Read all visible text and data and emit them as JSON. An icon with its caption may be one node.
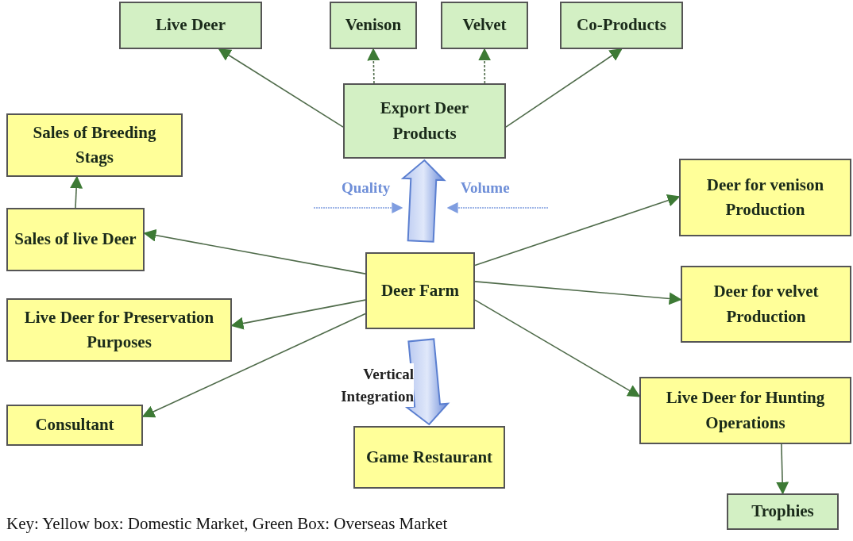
{
  "diagram": {
    "nodes": [
      {
        "text": [
          "Live Deer"
        ]
      },
      {
        "text": [
          "Venison"
        ]
      },
      {
        "text": [
          "Velvet"
        ]
      },
      {
        "text": [
          "Co-Products"
        ]
      },
      {
        "text": [
          "Export Deer Products"
        ]
      },
      {
        "text": [
          "Sales of Breeding Stags"
        ]
      },
      {
        "text": [
          "Sales of live Deer"
        ]
      },
      {
        "text": [
          "Deer for venison Production"
        ]
      },
      {
        "text": [
          "Deer Farm"
        ]
      },
      {
        "text": [
          "Deer for velvet Production"
        ]
      },
      {
        "text": [
          "Live Deer for Preservation Purposes"
        ]
      },
      {
        "text": [
          "Consultant"
        ]
      },
      {
        "text": [
          "Game Restaurant"
        ]
      },
      {
        "text": [
          "Live Deer for Hunting Operations"
        ]
      },
      {
        "text": [
          "Trophies"
        ]
      }
    ],
    "edges": [
      {
        "from": 4,
        "to": 0,
        "arrow": "to"
      },
      {
        "from": 4,
        "to": 1,
        "arrow": "to",
        "style": "dashed"
      },
      {
        "from": 4,
        "to": 2,
        "arrow": "to",
        "style": "dashed"
      },
      {
        "from": 4,
        "to": 3,
        "arrow": "to"
      },
      {
        "from": 6,
        "to": 5,
        "arrow": "to"
      },
      {
        "from": 8,
        "to": 6,
        "arrow": "to"
      },
      {
        "from": 8,
        "to": 7,
        "arrow": "to"
      },
      {
        "from": 8,
        "to": 9,
        "arrow": "to"
      },
      {
        "from": 8,
        "to": 10,
        "arrow": "to"
      },
      {
        "from": 8,
        "to": 11,
        "arrow": "to"
      },
      {
        "from": 8,
        "to": 13,
        "arrow": "to"
      },
      {
        "from": 13,
        "to": 14,
        "arrow": "to"
      },
      {
        "from": 8,
        "to": 4,
        "arrow": "to",
        "style": "thick",
        "color": "#5b7fd0"
      },
      {
        "from": 8,
        "to": 12,
        "arrow": "to",
        "style": "thick",
        "color": "#5b7fd0",
        "label": "Vertical Integration"
      }
    ],
    "labels": [
      "Quality",
      "Volume",
      "Key: Yellow box: Domestic Market, Green Box: Overseas Market"
    ]
  }
}
